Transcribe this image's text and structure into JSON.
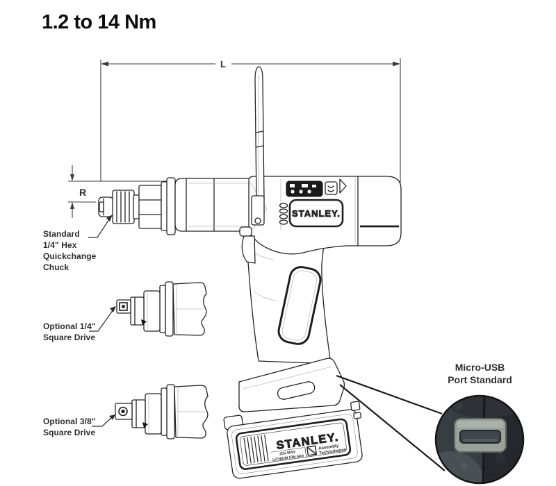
{
  "title": "1.2 to 14 Nm",
  "dimensions": {
    "length": "L",
    "radius": "R"
  },
  "callouts": {
    "chuck": {
      "lines": [
        "Standard",
        "1/4\" Hex",
        "Quickchange",
        "Chuck"
      ]
    },
    "drive_quarter": {
      "lines": [
        "Optional 1/4\"",
        "Square Drive"
      ]
    },
    "drive_three_eighths": {
      "lines": [
        "Optional 3/8\"",
        "Square Drive"
      ]
    },
    "usb": {
      "lines": [
        "Micro-USB",
        "Port Standard"
      ]
    }
  },
  "tool": {
    "body_brand": "STANLEY.",
    "battery": {
      "brand": "STANLEY.",
      "spec_line1": "20V MAX",
      "spec_line2": "LITHIUM ION 4Ah",
      "partner_line1": "Assembly",
      "partner_line2": "Technologies"
    }
  },
  "colors": {
    "line": "#222222",
    "label_text": "#2b2b2b",
    "title_text": "#0d0d0d",
    "photo_dark": "#24272b",
    "photo_mid": "#383d41",
    "usb_plate": "#9aa09b",
    "usb_slot": "#3f4549"
  }
}
